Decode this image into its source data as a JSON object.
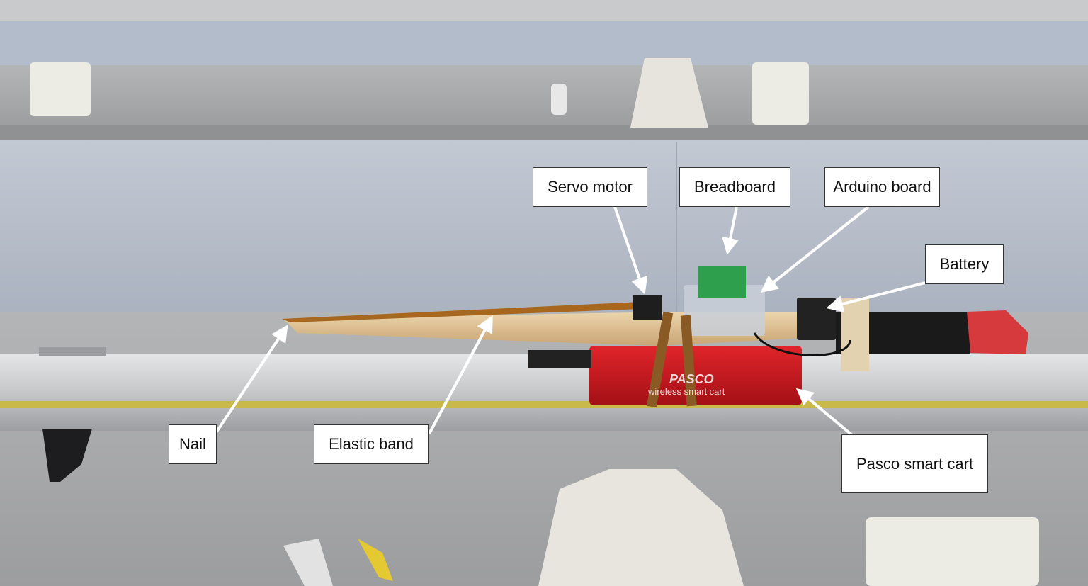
{
  "labels": {
    "servo": "Servo motor",
    "breadboard": "Breadboard",
    "arduino": "Arduino board",
    "battery": "Battery",
    "nail": "Nail",
    "elastic": "Elastic band",
    "pasco": "Pasco smart cart"
  },
  "cart": {
    "brand": "PASCO",
    "subtitle": "wireless smart cart"
  },
  "colors": {
    "wall": "#b9c0cb",
    "bench": "#a8a9ab",
    "cart": "#c8191f",
    "track": "#cdced0",
    "wood": "#d9bb8c",
    "elastic": "#a8671e",
    "arrow": "#ffffff"
  }
}
